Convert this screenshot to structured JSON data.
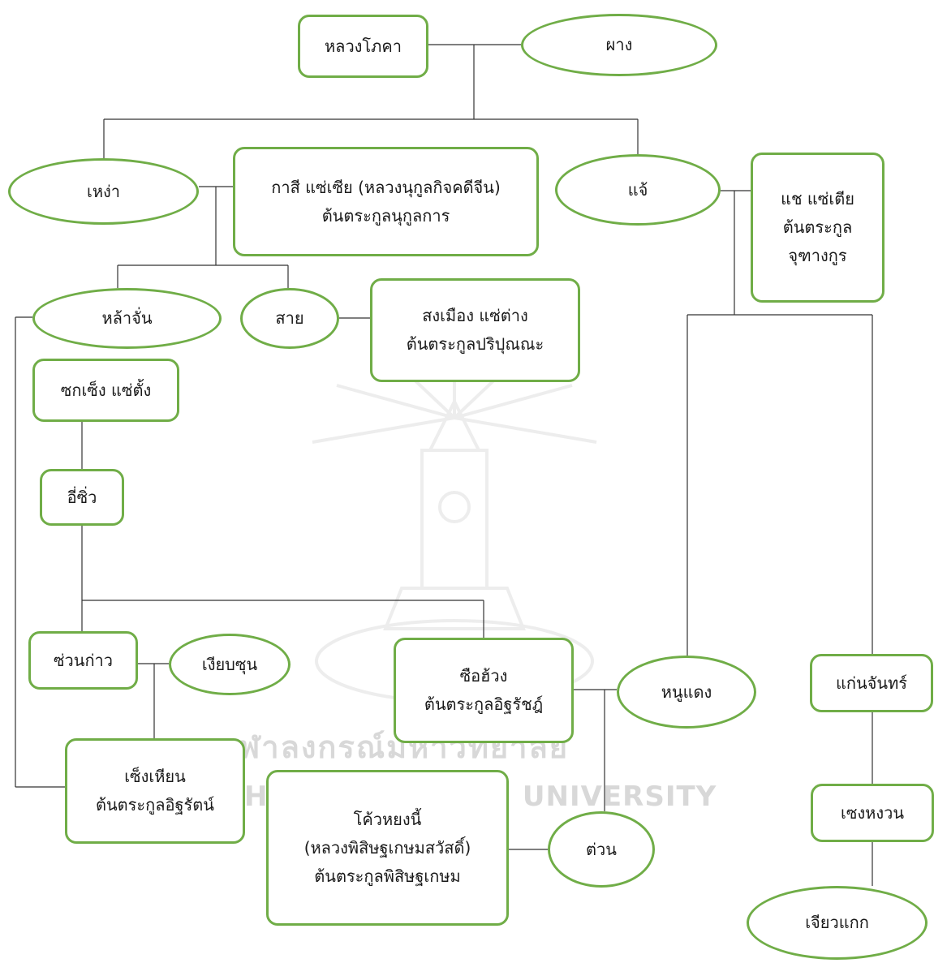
{
  "watermark": {
    "university_th": "จุฬาลงกรณ์มหาวิทยาลัย",
    "university_en": "CHULALONGKORN UNIVERSITY"
  },
  "nodes": {
    "luang_phokha": "หลวงโภคา",
    "phang": "ผาง",
    "hao": "เหง่า",
    "kasi_line1": "กาสี แซ่เซีย (หลวงนุกูลกิจคดีจีน)",
    "kasi_line2": "ต้นตระกูลนุกูลการ",
    "chae": "แจ้",
    "chae_sae_line1": "แช แซ่เตีย",
    "chae_sae_line2": "ต้นตระกูล",
    "chae_sae_line3": "จุฑางกูร",
    "la_chan": "หล้าจั่น",
    "sai": "สาย",
    "song_mueang_line1": "สงเมือง แซ่ต่าง",
    "song_mueang_line2": "ต้นตระกูลปริปุณณะ",
    "sok_seng": "ซกเซ็ง แซ่ตั้ง",
    "i_sio": "อี่ซิ่ว",
    "suan_kao": "ซ่วนก่าว",
    "ngiap_sun": "เงียบซุน",
    "sue_huang_line1": "ซือฮ้วง",
    "sue_huang_line2": "ต้นตระกูลอิฐรัชฎ์",
    "nu_daeng": "หนูแดง",
    "kaen_chan": "แก่นจันทร์",
    "seng_hian_line1": "เซ็งเหียน",
    "seng_hian_line2": "ต้นตระกูลอิฐรัตน์",
    "kao_yong_line1": "โค้วหยงนี้",
    "kao_yong_line2": "(หลวงพิสิษฐเกษมสวัสดิ์)",
    "kao_yong_line3": "ต้นตระกูลพิสิษฐเกษม",
    "tuan": "ต่วน",
    "seng_huan": "เซงหงวน",
    "chiao_kaek": "เจียวแกก"
  },
  "colors": {
    "node_border": "#70ad47",
    "line": "#333333",
    "watermark": "#d8d8d8"
  }
}
